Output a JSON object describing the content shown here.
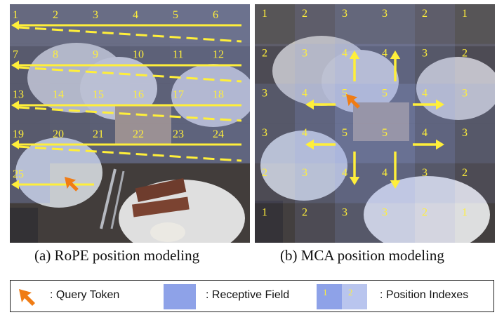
{
  "panels": {
    "a": {
      "caption": "(a) RoPE position modeling",
      "index_labels": [
        "1",
        "2",
        "3",
        "4",
        "5",
        "6",
        "7",
        "8",
        "9",
        "10",
        "11",
        "12",
        "13",
        "14",
        "15",
        "16",
        "17",
        "18",
        "19",
        "20",
        "21",
        "22",
        "23",
        "24",
        "25"
      ]
    },
    "b": {
      "caption": "(b) MCA position modeling",
      "index_grid": [
        [
          "1",
          "2",
          "3",
          "3",
          "2",
          "1"
        ],
        [
          "2",
          "3",
          "4",
          "4",
          "3",
          "2"
        ],
        [
          "3",
          "4",
          "5",
          "5",
          "4",
          "3"
        ],
        [
          "3",
          "4",
          "5",
          "5",
          "4",
          "3"
        ],
        [
          "2",
          "3",
          "4",
          "4",
          "3",
          "2"
        ],
        [
          "1",
          "2",
          "3",
          "3",
          "2",
          "1"
        ]
      ]
    }
  },
  "legend": {
    "query_label": ": Query Token",
    "receptive_label": ": Receptive Field",
    "index_samples": [
      "1",
      "2"
    ],
    "index_label": ": Position Indexes"
  },
  "colors": {
    "arrow": "#ffef3a",
    "query": "#f07c14",
    "field": "#8ea2e8",
    "index_text": "#ffef3a"
  },
  "icons": {
    "query": "query-token-arrow-icon"
  }
}
